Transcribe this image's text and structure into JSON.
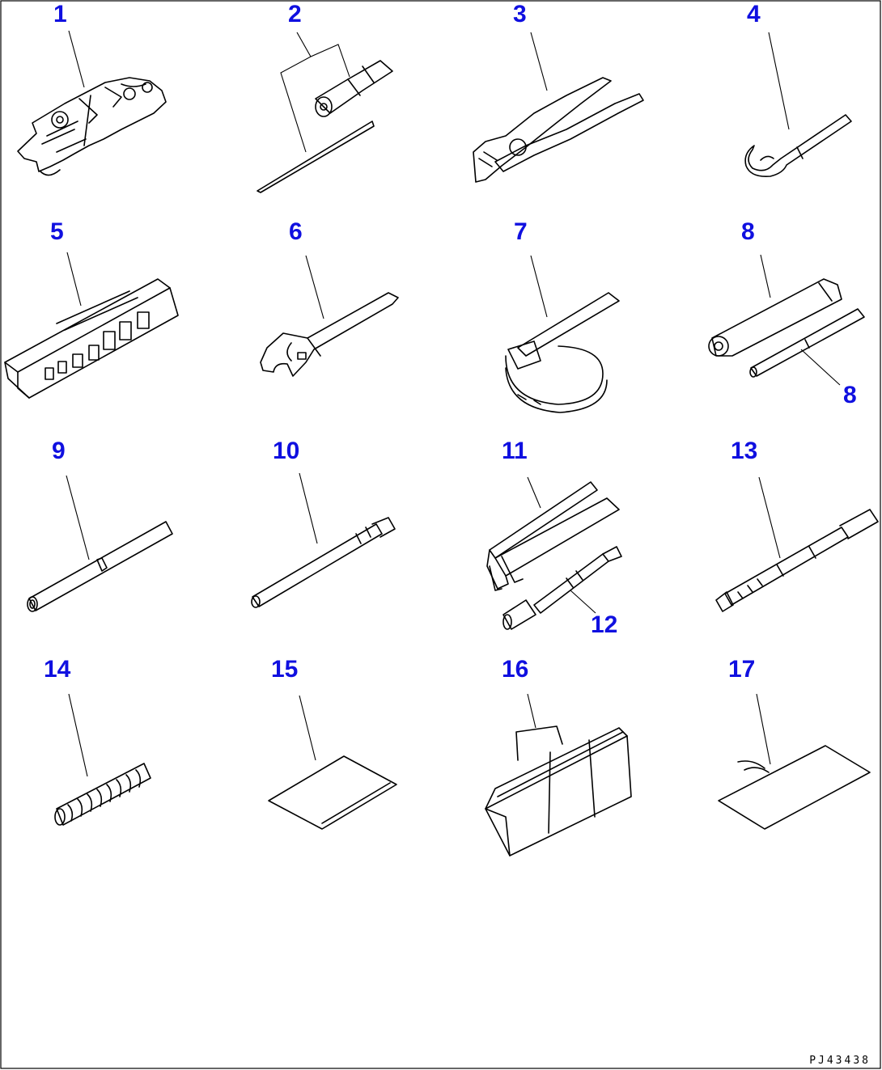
{
  "callouts": {
    "n1": "1",
    "n2": "2",
    "n3": "3",
    "n4": "4",
    "n5": "5",
    "n6": "6",
    "n7": "7",
    "n8a": "8",
    "n8b": "8",
    "n9": "9",
    "n10": "10",
    "n11": "11",
    "n12": "12",
    "n13": "13",
    "n14": "14",
    "n15": "15",
    "n16": "16",
    "n17": "17"
  },
  "figure_code": "PJ43438",
  "callout_color": "#1010e0",
  "icons": [
    "wrench-set-icon",
    "socket-and-handle-icon",
    "pliers-icon",
    "open-end-wrench-icon",
    "socket-case-icon",
    "adjustable-wrench-icon",
    "filter-wrench-icon",
    "box-wrench-and-bar-icon",
    "pipe-icon",
    "grease-gun-nozzle-icon",
    "grease-gun-icon",
    "grease-hose-icon",
    "extension-bar-icon",
    "spring-coil-icon",
    "manual-sheet-icon",
    "tool-bag-icon",
    "tagged-sheet-icon"
  ]
}
